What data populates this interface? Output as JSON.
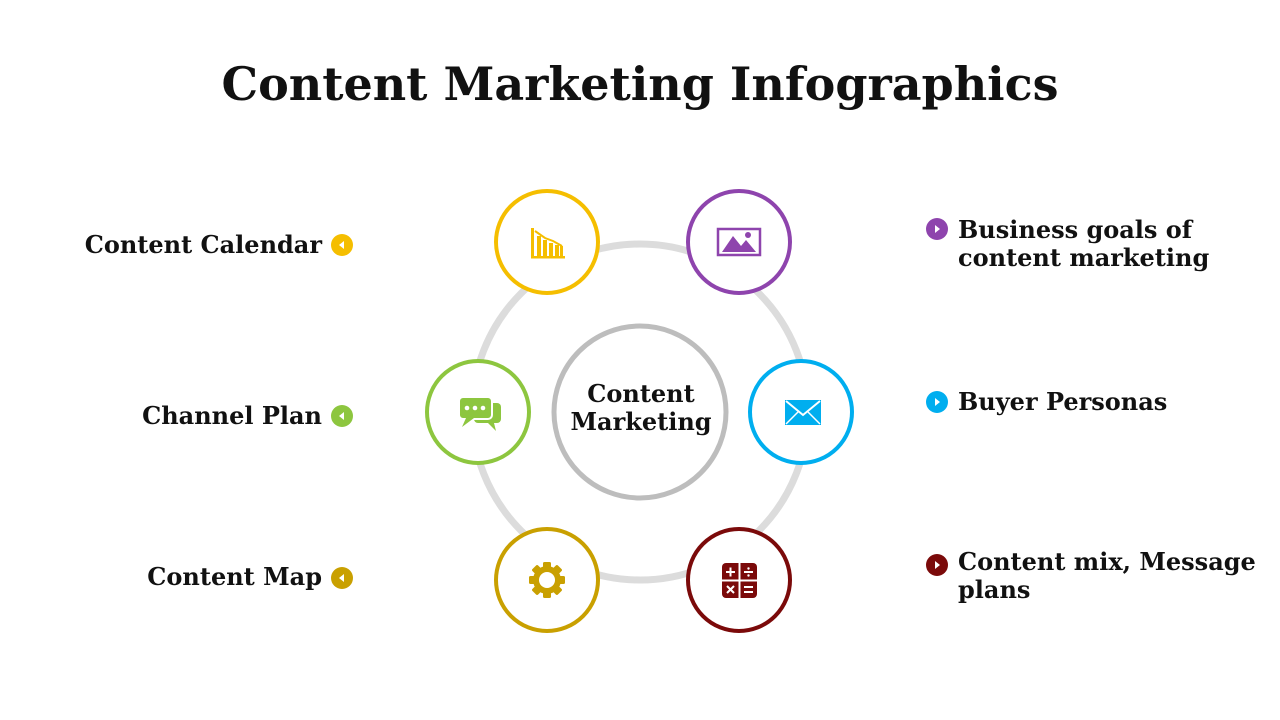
{
  "title": "Content Marketing Infographics",
  "center": {
    "line1": "Content",
    "line2": "Marketing"
  },
  "left_labels": [
    {
      "text": "Content Calendar",
      "color": "#F5BE00"
    },
    {
      "text": "Channel Plan",
      "color": "#8DC63F"
    },
    {
      "text": "Content Map",
      "color": "#C9A000"
    }
  ],
  "right_labels": [
    {
      "line1": "Business goals of",
      "line2": "content marketing",
      "color": "#8E44AD"
    },
    {
      "line1": "Buyer Personas",
      "line2": "",
      "color": "#00AEEF"
    },
    {
      "line1": "Content mix, Message",
      "line2": "plans",
      "color": "#7B0A0A"
    }
  ],
  "nodes": [
    {
      "icon": "bar-chart-icon",
      "color": "#F5BE00"
    },
    {
      "icon": "image-icon",
      "color": "#8E44AD"
    },
    {
      "icon": "chat-bubbles-icon",
      "color": "#8DC63F"
    },
    {
      "icon": "envelope-icon",
      "color": "#00AEEF"
    },
    {
      "icon": "gear-icon",
      "color": "#C9A000"
    },
    {
      "icon": "calculator-icon",
      "color": "#7B0A0A"
    }
  ],
  "ring_color": "#DCDCDC",
  "center_ring_color": "#BDBDBD"
}
